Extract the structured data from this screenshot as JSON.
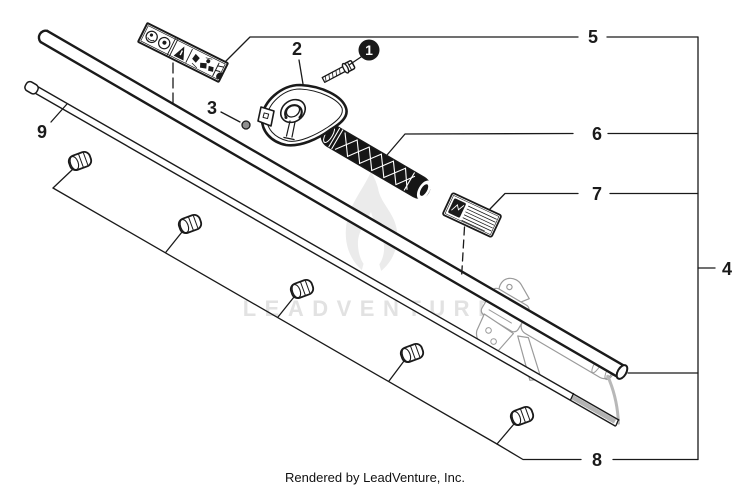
{
  "callouts": {
    "c1": "1",
    "c2": "2",
    "c3": "3",
    "c4": "4",
    "c5": "5",
    "c6": "6",
    "c7": "7",
    "c8": "8",
    "c9": "9"
  },
  "watermark": {
    "text": "LEADVENTURE"
  },
  "footer": {
    "credit": "Rendered by LeadVenture, Inc."
  },
  "colors": {
    "line": "#1a1a1a",
    "ghost": "#9b9b9b",
    "wm": "#e2e2e2",
    "flame": "#ebebeb",
    "rodtip": "#b3b3b3",
    "grip": "#161616"
  }
}
